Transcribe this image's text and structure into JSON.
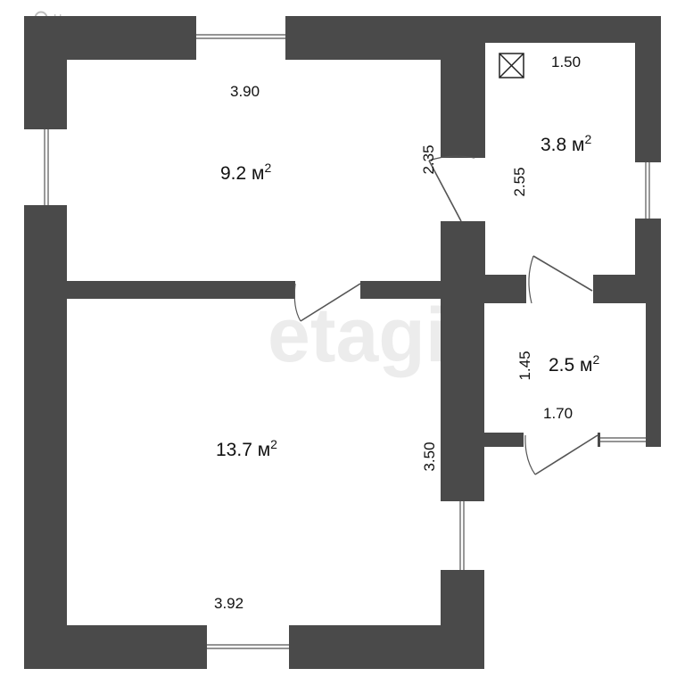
{
  "brand": {
    "name": "Недвижимость",
    "logo": "etagi-logo"
  },
  "watermark": "etagi",
  "rooms": [
    {
      "id": "room-1",
      "area_value": "9.2 м",
      "area_sup": "2"
    },
    {
      "id": "room-2",
      "area_value": "13.7 м",
      "area_sup": "2"
    },
    {
      "id": "room-3",
      "area_value": "3.8 м",
      "area_sup": "2"
    },
    {
      "id": "room-4",
      "area_value": "2.5 м",
      "area_sup": "2"
    }
  ],
  "dimensions": {
    "room1_top": "3.90",
    "room1_right": "2.35",
    "room2_right": "3.50",
    "room2_bottom": "3.92",
    "room3_top": "1.50",
    "room3_left": "2.55",
    "room4_left": "1.45",
    "room4_bottom": "1.70"
  },
  "icons": {
    "vent": "ventilation-icon"
  },
  "colors": {
    "wall": "#4a4a4a",
    "background": "#ffffff",
    "text": "#111111"
  }
}
